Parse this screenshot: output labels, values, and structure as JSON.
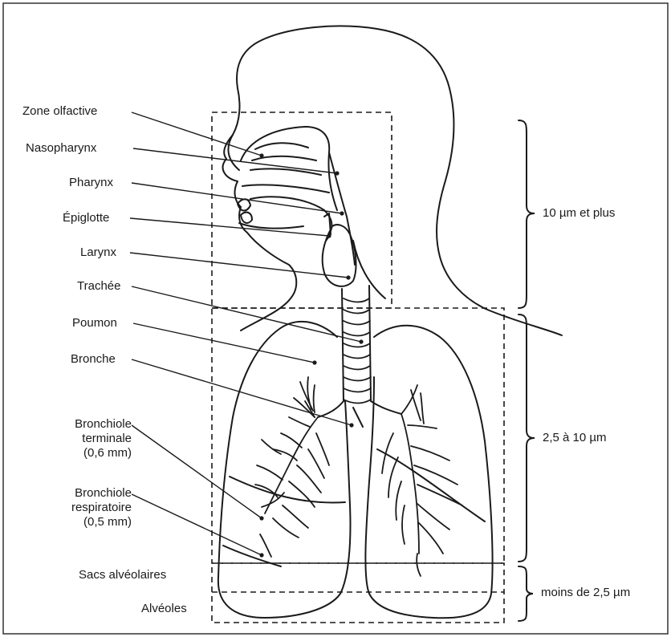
{
  "labels": {
    "zone_olfactive": "Zone olfactive",
    "nasopharynx": "Nasopharynx",
    "pharynx": "Pharynx",
    "epiglotte": "Épiglotte",
    "larynx": "Larynx",
    "trachee": "Trachée",
    "poumon": "Poumon",
    "bronche": "Bronche",
    "bronchiole_terminale": [
      "Bronchiole",
      "terminale",
      "(0,6 mm)"
    ],
    "bronchiole_respiratoire": [
      "Bronchiole",
      "respiratoire",
      "(0,5 mm)"
    ],
    "sacs_alveolaires": "Sacs alvéolaires",
    "alveoles": "Alvéoles"
  },
  "size_ranges": {
    "upper": "10 µm et plus",
    "middle": "2,5 à 10 µm",
    "lower": "moins de 2,5 µm"
  }
}
